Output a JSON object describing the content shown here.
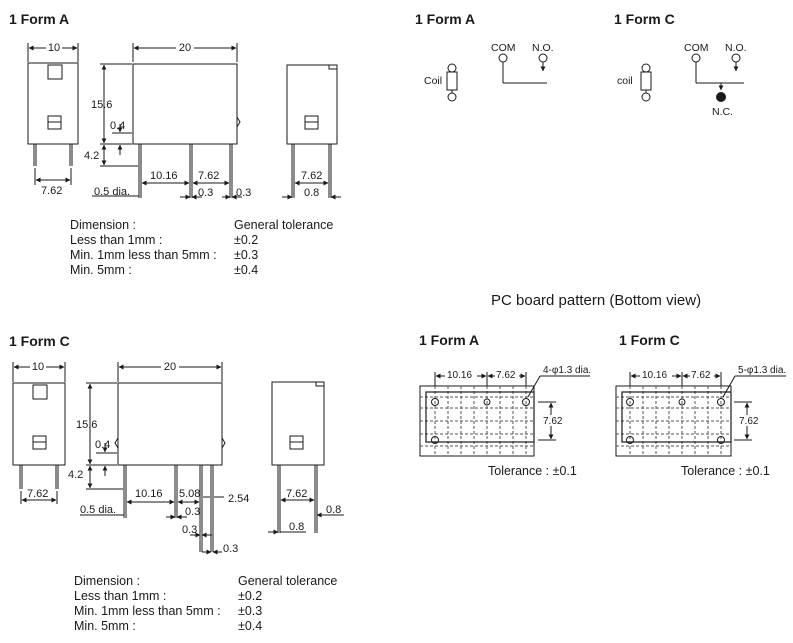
{
  "headings": {
    "form_a_dim": "1 Form A",
    "form_c_dim": "1 Form C",
    "form_a_schem": "1 Form A",
    "form_c_schem": "1 Form C",
    "pcb_title": "PC board pattern (Bottom view)",
    "form_a_pcb": "1 Form A",
    "form_c_pcb": "1 Form C"
  },
  "dims": {
    "w10": "10",
    "w20": "20",
    "h15_6": "15.6",
    "h0_4": "0.4",
    "h4_2": "4.2",
    "p7_62": "7.62",
    "d0_5": "0.5 dia.",
    "p10_16": "10.16",
    "p0_3": "0.3",
    "p0_8": "0.8",
    "p5_08": "5.08",
    "p2_54": "2.54"
  },
  "schematic": {
    "com": "COM",
    "no": "N.O.",
    "nc": "N.C.",
    "coil_a": "Coil",
    "coil_c": "coil"
  },
  "tolerance": {
    "header_left": "Dimension :",
    "header_right": "General tolerance",
    "rows": [
      {
        "k": "Less than 1mm :",
        "v": "±0.2"
      },
      {
        "k": "Min. 1mm less than 5mm :",
        "v": "±0.3"
      },
      {
        "k": "Min. 5mm :",
        "v": "±0.4"
      }
    ]
  },
  "pcb": {
    "holes_a": "4-φ1.3 dia.",
    "holes_c": "5-φ1.3 dia.",
    "tolerance": "Tolerance : ±0.1"
  }
}
